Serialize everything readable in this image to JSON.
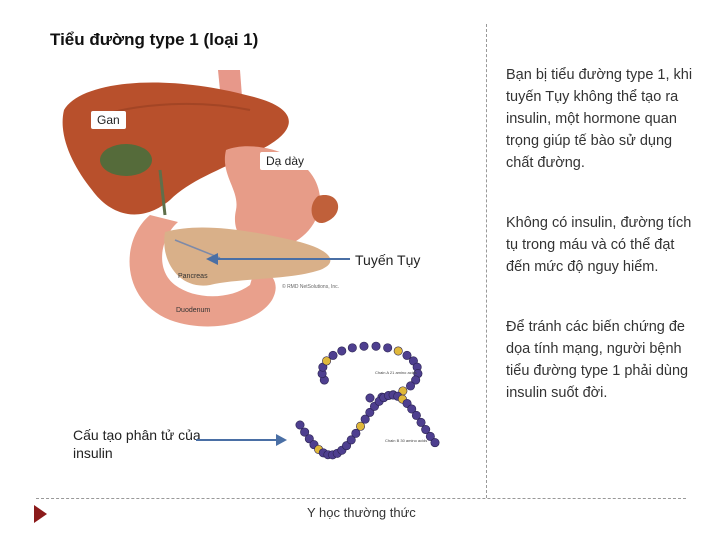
{
  "title": "Tiểu đường type 1 (loại 1)",
  "paragraphs": [
    "Bạn bị tiểu đường type 1, khi tuyến Tụy không thể tạo ra insulin, một hormone quan trọng giúp tế bào sử dụng chất đường.",
    "Không có insulin, đường tích tụ trong máu và có thể đạt đến mức độ nguy hiểm.",
    "Để tránh các biến chứng đe dọa tính mạng, người bệnh tiểu đường type 1 phải dùng insulin suốt đời."
  ],
  "labels": {
    "liver": "Gan",
    "stomach": "Dạ dày",
    "pancreas": "Tuyến Tụy",
    "insulin_structure": "Cấu tạo phân tử của insulin",
    "illus_pancreas": "Pancreas",
    "illus_duodenum": "Duodenum",
    "illus_copyright": "© RMD NetSolutions, Inc.",
    "chain_a": "Chain A 21 amino acids",
    "chain_b": "Chain B 30 amino acids"
  },
  "footer": "Y học thường thức",
  "colors": {
    "liver": "#b8502c",
    "stomach": "#e79c88",
    "pancreas": "#d9b089",
    "arrow": "#4a6fa5",
    "bead_purple": "#4e3f8f",
    "bead_yellow": "#e0b83a",
    "footer_marker": "#8b1a1a"
  }
}
